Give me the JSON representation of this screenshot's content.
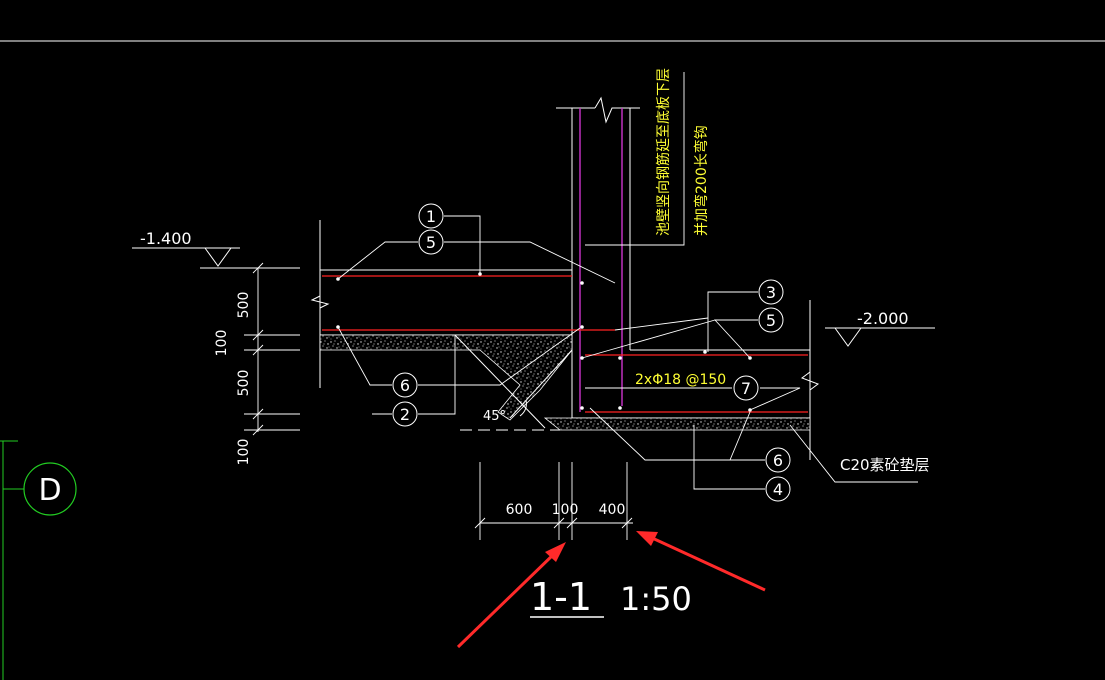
{
  "colors": {
    "background": "#000000",
    "line": "#ffffff",
    "rebar": "#ff2222",
    "wall_edge": "#cc33cc",
    "note_text": "#ffff33",
    "grid_bubble": "#22cc22",
    "arrow": "#ff2a2a"
  },
  "elevations": {
    "left": "-1.400",
    "right": "-2.000"
  },
  "vertical_dims": {
    "d1": "500",
    "d2": "100",
    "d3": "500",
    "d4": "100"
  },
  "horizontal_dims": {
    "d1": "600",
    "d2": "100",
    "d3": "400"
  },
  "callouts": {
    "c1": "1",
    "c5a": "5",
    "c6a": "6",
    "c2": "2",
    "c3": "3",
    "c5b": "5",
    "c7": "7",
    "c6b": "6",
    "c4": "4"
  },
  "notes": {
    "wall_note_line1": "池壁竖向钢筋延至底板下层",
    "wall_note_line2": "并加弯200长弯钩",
    "rebar_note": "2xΦ18 @150",
    "cushion_note": "C20素砼垫层",
    "angle": "45°"
  },
  "grid_axis": {
    "label": "D"
  },
  "section": {
    "name": "1-1",
    "scale": "1:50"
  }
}
